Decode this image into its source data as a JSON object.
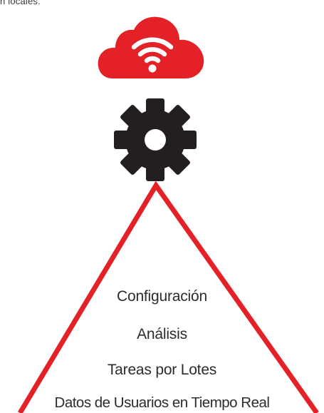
{
  "caption": "n locales.",
  "icons": {
    "cloud": "cloud-wifi-icon",
    "gear": "gear-icon"
  },
  "colors": {
    "accent_red": "#e32126",
    "icon_dark": "#231f20",
    "text": "#2c2c2c"
  },
  "pyramid": {
    "layers": [
      "Configuración",
      "Análisis",
      "Tareas por Lotes",
      "Datos de Usuarios en Tiempo Real"
    ]
  }
}
